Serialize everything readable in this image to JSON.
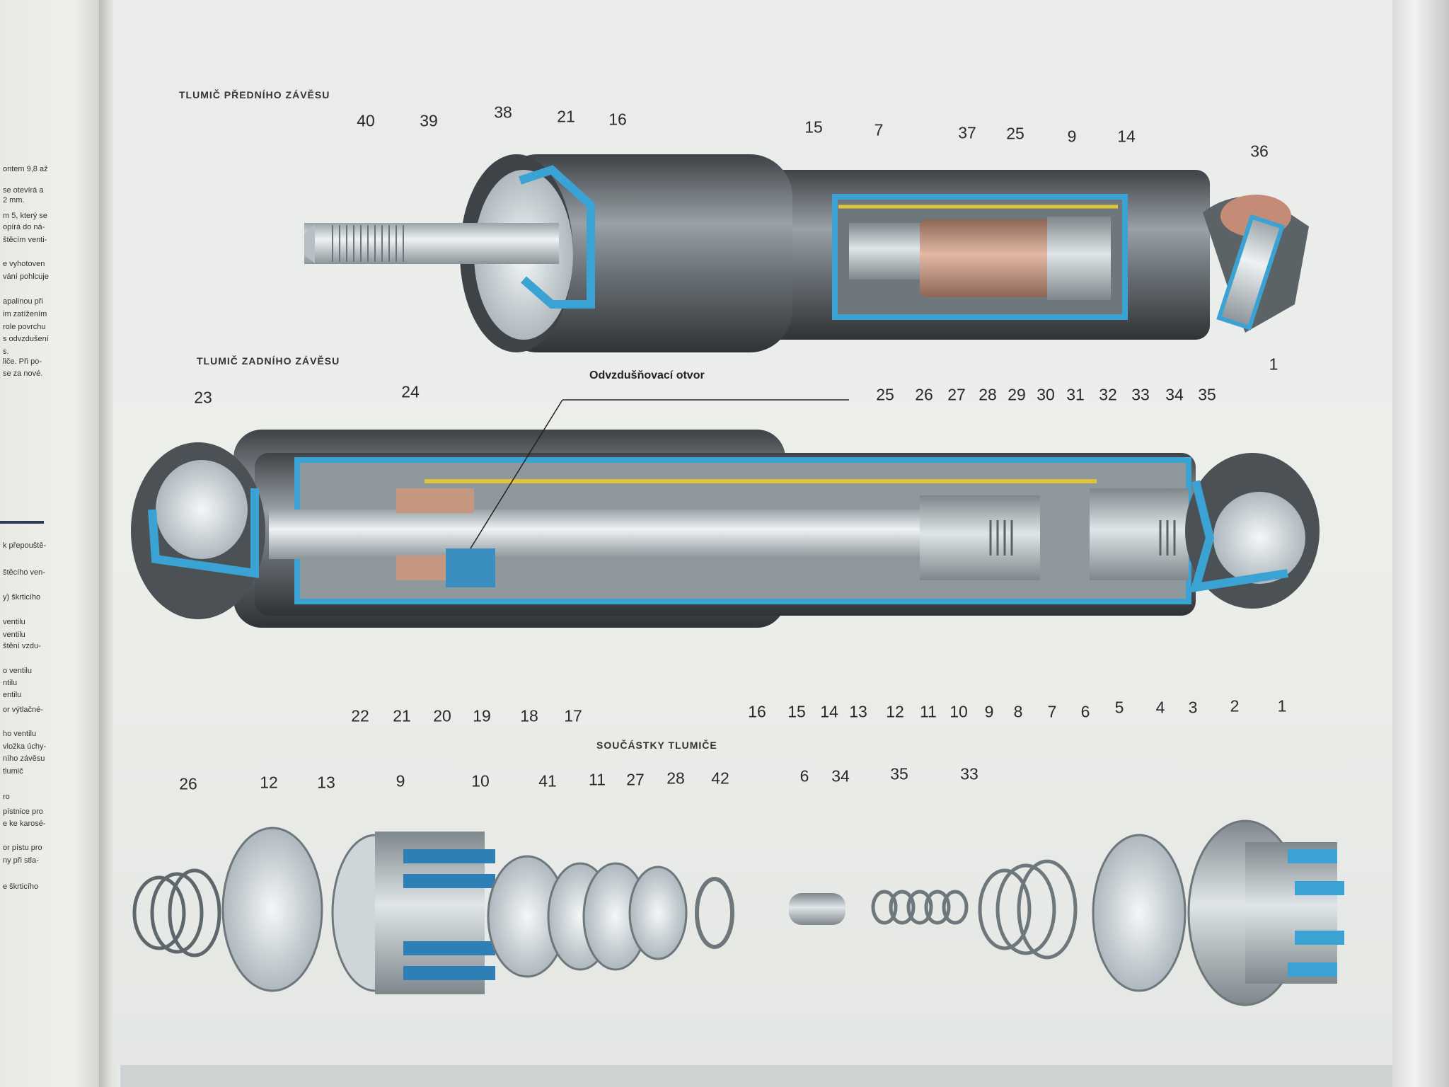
{
  "titles": {
    "front": "TLUMIČ PŘEDNÍHO ZÁVĚSU",
    "rear": "TLUMIČ ZADNÍHO ZÁVĚSU",
    "parts": "SOUČÁSTKY TLUMIČE"
  },
  "vent_label": "Odvzdušňovací otvor",
  "front_labels": [
    "40",
    "39",
    "38",
    "21",
    "16",
    "15",
    "7",
    "37",
    "25",
    "9",
    "14",
    "36",
    "1"
  ],
  "rear_top_labels": [
    "23",
    "24",
    "25",
    "26",
    "27",
    "28",
    "29",
    "30",
    "31",
    "32",
    "33",
    "34",
    "35"
  ],
  "rear_bottom_labels": [
    "22",
    "21",
    "20",
    "19",
    "18",
    "17",
    "16",
    "15",
    "14",
    "13",
    "12",
    "11",
    "10",
    "9",
    "8",
    "7",
    "6",
    "5",
    "4",
    "3",
    "2",
    "1"
  ],
  "parts_labels": [
    "26",
    "12",
    "13",
    "9",
    "10",
    "41",
    "11",
    "27",
    "28",
    "42",
    "6",
    "34",
    "35",
    "33"
  ],
  "left_page_fragments": [
    "ontem 9,8 až",
    "se otevírá a",
    "2 mm.",
    "m 5, který se",
    "opírá do ná-",
    "štěcím venti-",
    "e vyhotoven",
    "vání pohlcuje",
    "apalinou při",
    "im zatížením",
    "role povrchu",
    "s odvzdušení",
    "s.",
    "liče. Při po-",
    "se za nové.",
    "k přepouště-",
    "štěcího ven-",
    "y) škrticího",
    "ventilu",
    "ventilu",
    "štění vzdu-",
    "o ventilu",
    "ntilu",
    "entilu",
    "or výtlačné-",
    "ho ventilu",
    "vložka úchy-",
    "ního závěsu",
    "tlumič",
    "ro",
    "pístnice pro",
    "e ke karosé-",
    "or pístu pro",
    "ny při stla-",
    "e škrticího"
  ],
  "colors": {
    "cylinder_dark": "#4a4f53",
    "cylinder_light": "#8d9499",
    "rod": "#c9d0d4",
    "cutaway_blue": "#3ba3d3",
    "piston_copper": "#c59680",
    "tube_yellow": "#e2c43a",
    "page": "#eceeea"
  }
}
